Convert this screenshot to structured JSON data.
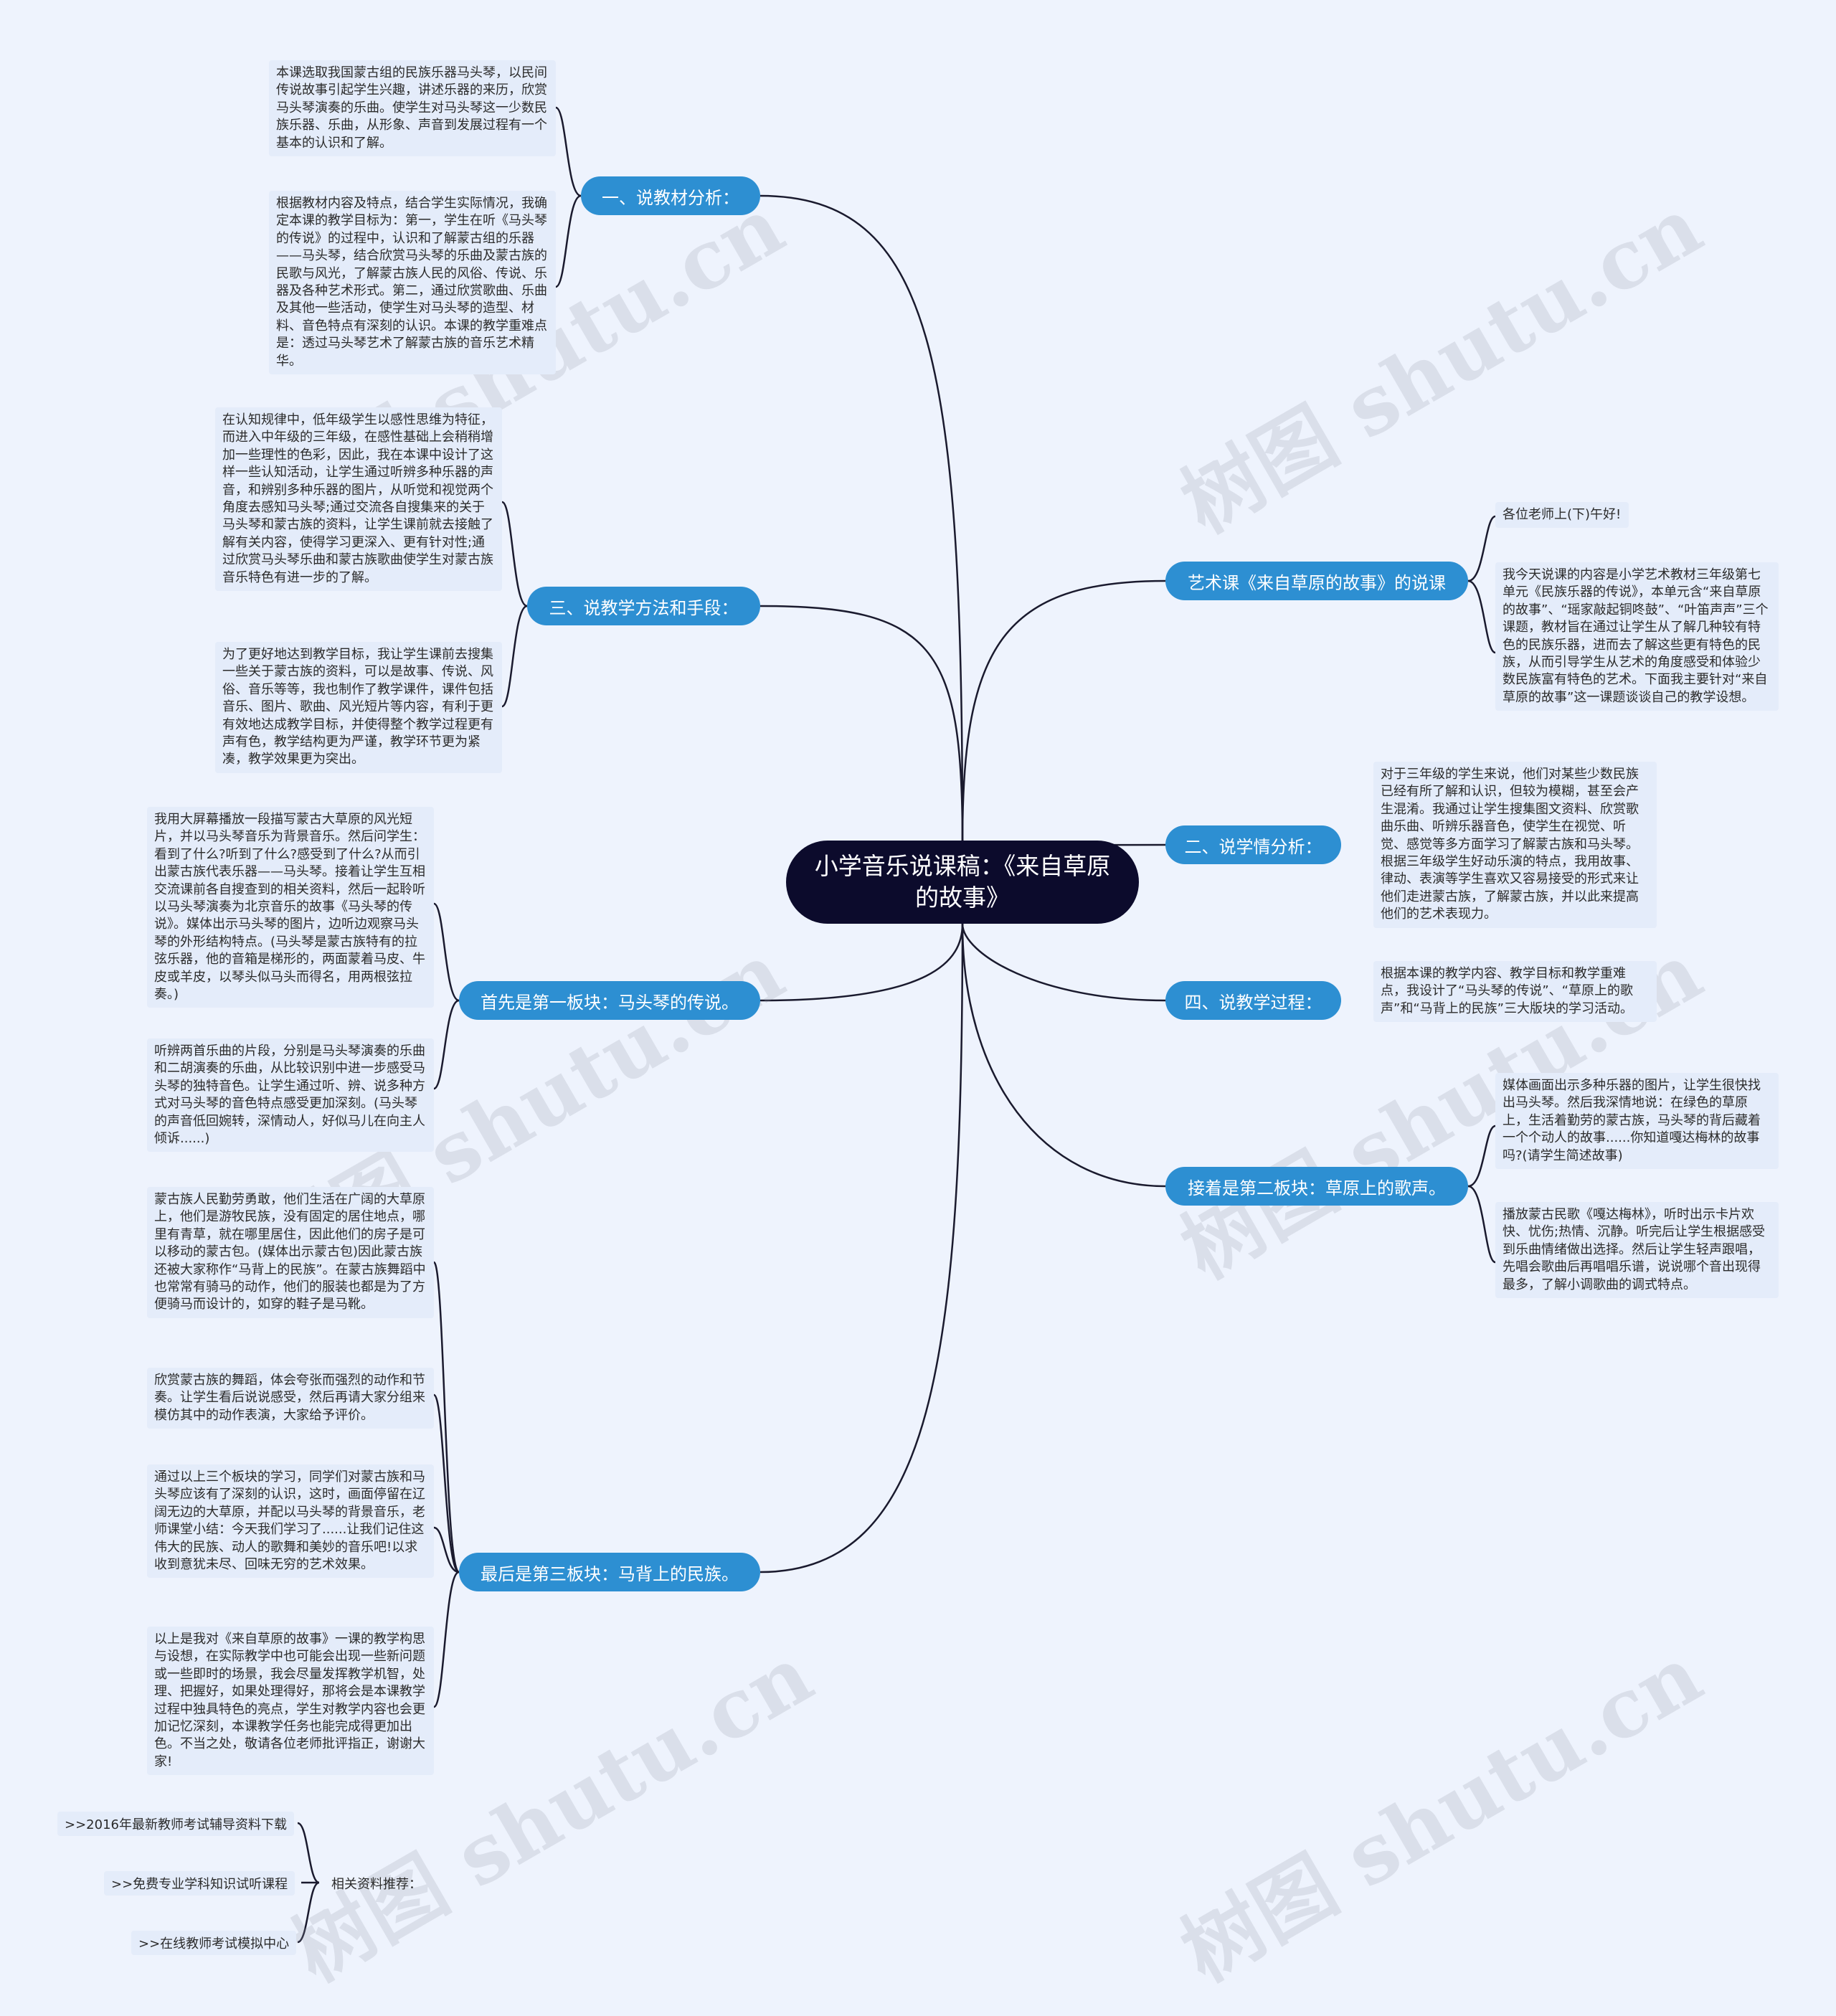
{
  "root": "小学音乐说课稿：《来自草原的故事》",
  "branches": {
    "b1": "一、说教材分析：",
    "b2": "三、说教学方法和手段：",
    "b3": "首先是第一板块：马头琴的传说。",
    "b4": "最后是第三板块：马背上的民族。",
    "b5": "艺术课《来自草原的故事》的说课",
    "b6": "二、说学情分析：",
    "b7": "四、说教学过程：",
    "b8": "接着是第二板块：草原上的歌声。",
    "b9": "相关资料推荐："
  },
  "leaves": {
    "l1": "本课选取我国蒙古组的民族乐器马头琴，以民间传说故事引起学生兴趣，讲述乐器的来历，欣赏马头琴演奏的乐曲。使学生对马头琴这一少数民族乐器、乐曲，从形象、声音到发展过程有一个基本的认识和了解。",
    "l2": "根据教材内容及特点，结合学生实际情况，我确定本课的教学目标为：第一，学生在听《马头琴的传说》的过程中，认识和了解蒙古组的乐器——马头琴，结合欣赏马头琴的乐曲及蒙古族的民歌与风光，了解蒙古族人民的风俗、传说、乐器及各种艺术形式。第二，通过欣赏歌曲、乐曲及其他一些活动，使学生对马头琴的造型、材料、音色特点有深刻的认识。本课的教学重难点是：透过马头琴艺术了解蒙古族的音乐艺术精华。",
    "l3": "在认知规律中，低年级学生以感性思维为特征，而进入中年级的三年级，在感性基础上会稍稍增加一些理性的色彩，因此，我在本课中设计了这样一些认知活动，让学生通过听辨多种乐器的声音，和辨别多种乐器的图片，从听觉和视觉两个角度去感知马头琴;通过交流各自搜集来的关于马头琴和蒙古族的资料，让学生课前就去接触了解有关内容，使得学习更深入、更有针对性;通过欣赏马头琴乐曲和蒙古族歌曲使学生对蒙古族音乐特色有进一步的了解。",
    "l4": "为了更好地达到教学目标，我让学生课前去搜集一些关于蒙古族的资料，可以是故事、传说、风俗、音乐等等，我也制作了教学课件，课件包括音乐、图片、歌曲、风光短片等内容，有利于更有效地达成教学目标，并使得整个教学过程更有声有色，教学结构更为严谨，教学环节更为紧凑，教学效果更为突出。",
    "l5": "我用大屏幕播放一段描写蒙古大草原的风光短片，并以马头琴音乐为背景音乐。然后问学生：看到了什么?听到了什么?感受到了什么?从而引出蒙古族代表乐器——马头琴。接着让学生互相交流课前各自搜查到的相关资料，然后一起聆听以马头琴演奏为北京音乐的故事《马头琴的传说》。媒体出示马头琴的图片，边听边观察马头琴的外形结构特点。(马头琴是蒙古族特有的拉弦乐器，他的音箱是梯形的，两面蒙着马皮、牛皮或羊皮，以琴头似马头而得名，用两根弦拉奏。)",
    "l6": "听辨两首乐曲的片段，分别是马头琴演奏的乐曲和二胡演奏的乐曲，从比较识别中进一步感受马头琴的独特音色。让学生通过听、辨、说多种方式对马头琴的音色特点感受更加深刻。(马头琴的声音低回婉转，深情动人，好似马儿在向主人倾诉......)",
    "l7": "蒙古族人民勤劳勇敢，他们生活在广阔的大草原上，他们是游牧民族，没有固定的居住地点，哪里有青草，就在哪里居住，因此他们的房子是可以移动的蒙古包。(媒体出示蒙古包)因此蒙古族还被大家称作“马背上的民族”。在蒙古族舞蹈中也常常有骑马的动作，他们的服装也都是为了方便骑马而设计的，如穿的鞋子是马靴。",
    "l8": "欣赏蒙古族的舞蹈，体会夸张而强烈的动作和节奏。让学生看后说说感受，然后再请大家分组来模仿其中的动作表演，大家给予评价。",
    "l9": "通过以上三个板块的学习，同学们对蒙古族和马头琴应该有了深刻的认识，这时，画面停留在辽阔无边的大草原，并配以马头琴的背景音乐，老师课堂小结：今天我们学习了......让我们记住这伟大的民族、动人的歌舞和美妙的音乐吧!以求收到意犹未尽、回味无穷的艺术效果。",
    "l10": "以上是我对《来自草原的故事》一课的教学构思与设想，在实际教学中也可能会出现一些新问题或一些即时的场景，我会尽量发挥教学机智，处理、把握好，如果处理得好，那将会是本课教学过程中独具特色的亮点，学生对教学内容也会更加记忆深刻，本课教学任务也能完成得更加出色。不当之处，敬请各位老师批评指正，谢谢大家!",
    "r1": "各位老师上(下)午好!",
    "r2": "我今天说课的内容是小学艺术教材三年级第七单元《民族乐器的传说》，本单元含“来自草原的故事”、“瑶家敲起铜咚鼓”、“叶笛声声”三个课题，教材旨在通过让学生从了解几种较有特色的民族乐器，进而去了解这些更有特色的民族，从而引导学生从艺术的角度感受和体验少数民族富有特色的艺术。下面我主要针对“来自草原的故事”这一课题谈谈自己的教学设想。",
    "r3": "对于三年级的学生来说，他们对某些少数民族已经有所了解和认识，但较为模糊，甚至会产生混淆。我通过让学生搜集图文资料、欣赏歌曲乐曲、听辨乐器音色，使学生在视觉、听觉、感觉等多方面学习了解蒙古族和马头琴。根据三年级学生好动乐演的特点，我用故事、律动、表演等学生喜欢又容易接受的形式来让他们走进蒙古族，了解蒙古族，并以此来提高他们的艺术表现力。",
    "r4": "根据本课的教学内容、教学目标和教学重难点，我设计了“马头琴的传说”、“草原上的歌声”和“马背上的民族”三大版块的学习活动。",
    "r5": "媒体画面出示多种乐器的图片，让学生很快找出马头琴。然后我深情地说：在绿色的草原上，生活着勤劳的蒙古族，马头琴的背后藏着一个个动人的故事......你知道嘎达梅林的故事吗?(请学生简述故事)",
    "r6": "播放蒙古民歌《嘎达梅林》，听时出示卡片欢快、忧伤;热情、沉静。听完后让学生根据感受到乐曲情绪做出选择。然后让学生轻声跟唱，先唱会歌曲后再唱唱乐谱，说说哪个音出现得最多，了解小调歌曲的调式特点。"
  },
  "links": {
    "k1": ">>2016年最新教师考试辅导资料下载",
    "k2": ">>免费专业学科知识试听课程",
    "k3": ">>在线教师考试模拟中心"
  },
  "watermark": "树图 shutu.cn",
  "colors": {
    "root": "#0c0b2c",
    "branch": "#2d8fd2",
    "line": "#1a1a2e",
    "leaf_bg": "#e4ecfa",
    "page_bg": "#eef3fd"
  }
}
